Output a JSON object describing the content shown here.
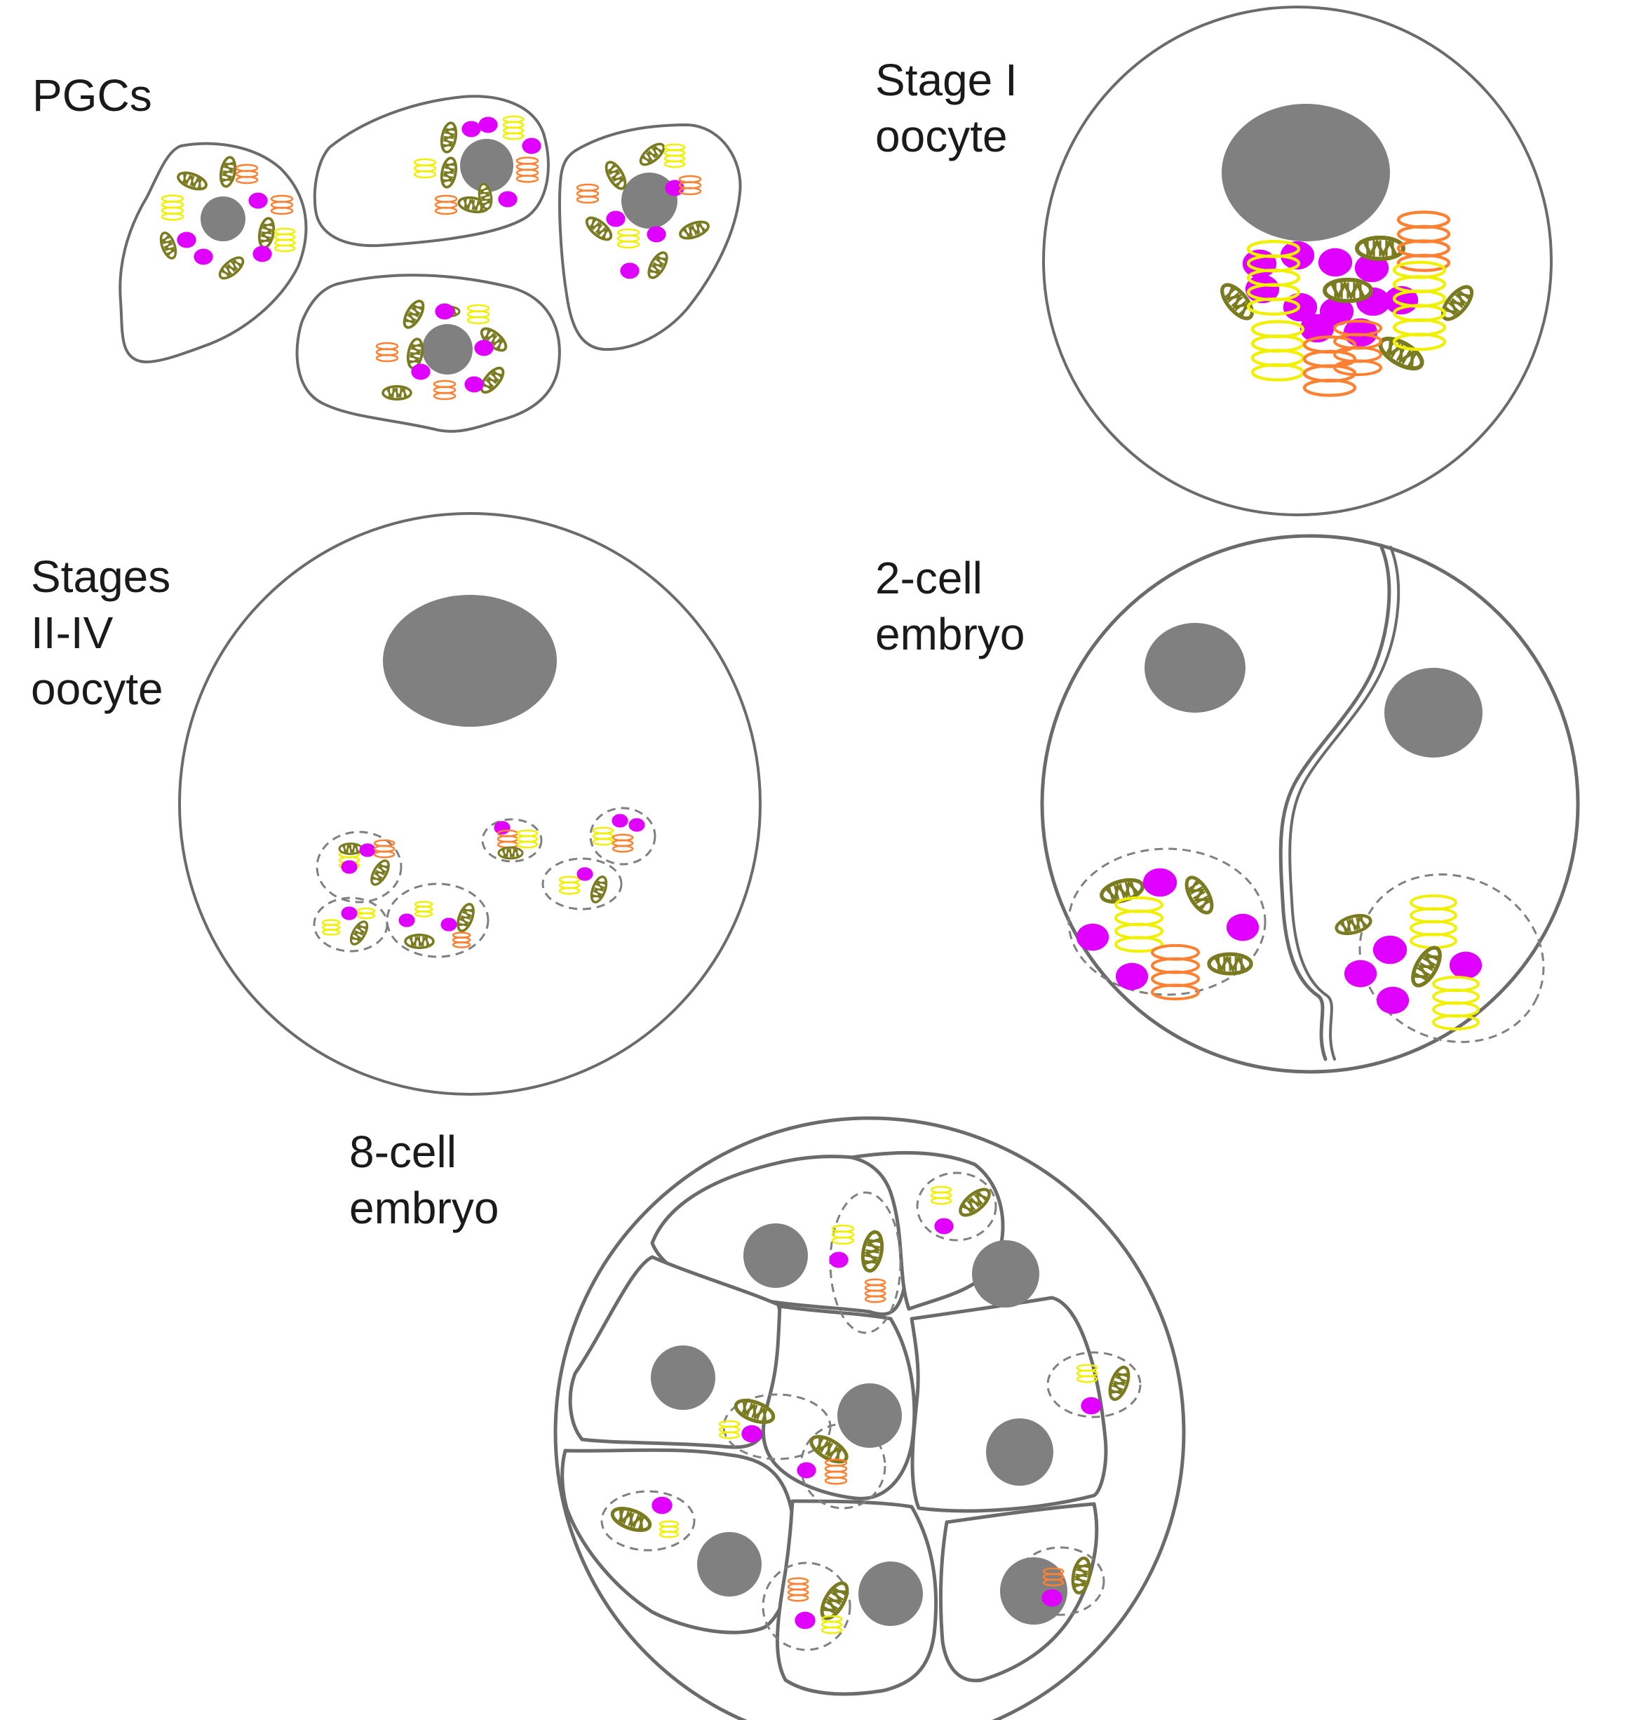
{
  "labels": {
    "pgcs": "PGCs",
    "stage1_line1": "Stage I",
    "stage1_line2": "oocyte",
    "stages2_line1": "Stages",
    "stages2_line2": "II-IV",
    "stages2_line3": "oocyte",
    "twocell_line1": "2-cell",
    "twocell_line2": "embryo",
    "eightcell_line1": "8-cell",
    "eightcell_line2": "embryo"
  },
  "colors": {
    "outline": "#6b6b6b",
    "nucleus": "#808080",
    "mitochondrion": "#7a7a20",
    "granule": "#e000ff",
    "er_yellow": "#f0f000",
    "er_orange": "#ff8030",
    "dashed": "#808080"
  },
  "icons": {
    "mitochondrion": "mitochondrion-icon",
    "granule": "germ-granule-icon",
    "er_stack": "er-stack-icon"
  }
}
